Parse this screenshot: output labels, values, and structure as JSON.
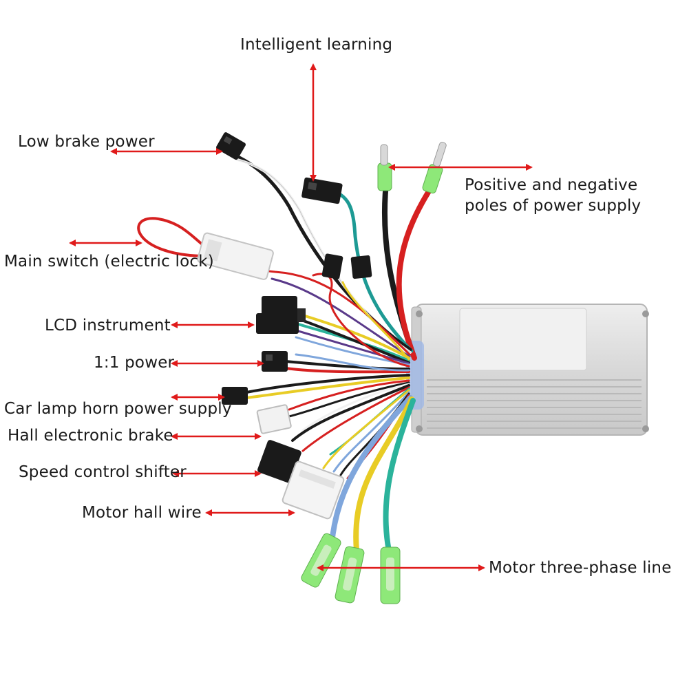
{
  "labels": {
    "intelligent_learning": "Intelligent learning",
    "low_brake_power": "Low brake power",
    "power_supply_line1": "Positive and negative",
    "power_supply_line2": "poles of power supply",
    "main_switch": "Main switch (electric lock)",
    "lcd_instrument": "LCD instrument",
    "one_to_one_power": "1:1 power",
    "car_lamp_horn": "Car lamp horn power supply",
    "hall_electronic_brake": "Hall electronic brake",
    "speed_control_shifter": "Speed control shifter",
    "motor_hall_wire": "Motor hall wire",
    "motor_three_phase": "Motor three-phase line"
  },
  "colors": {
    "arrow": "#e01a1a",
    "text": "#1a1a1a",
    "housing": "#dcdcdc",
    "wire_red": "#d62020",
    "wire_black": "#1b1b1b",
    "wire_yellow": "#e8cc25",
    "wire_blue": "#7fa6dc",
    "wire_green": "#2bb39b",
    "wire_teal": "#1d9a94",
    "wire_white": "#f2f2f2",
    "wire_purple": "#5a3a8a",
    "terminal_green": "#8ee879"
  }
}
